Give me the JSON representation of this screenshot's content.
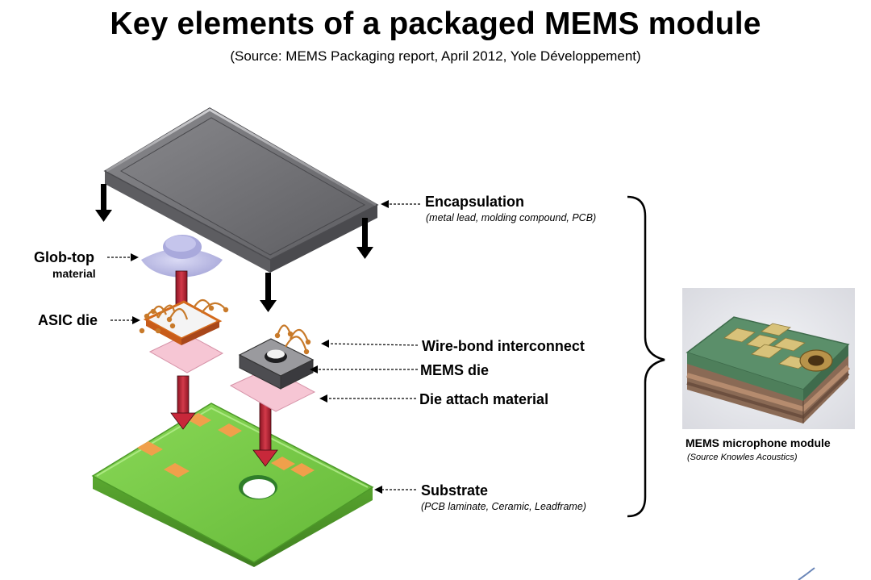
{
  "title": "Key elements of a packaged MEMS module",
  "subtitle": "(Source: MEMS Packaging report, April 2012, Yole Développement)",
  "labels": {
    "encapsulation": "Encapsulation",
    "encapsulation_note": "(metal lead, molding compound, PCB)",
    "glob_top_1": "Glob-top",
    "glob_top_2": "material",
    "asic_die": "ASIC die",
    "wire_bond": "Wire-bond interconnect",
    "mems_die": "MEMS die",
    "die_attach": "Die attach material",
    "substrate": "Substrate",
    "substrate_note": "(PCB laminate, Ceramic, Leadframe)"
  },
  "photo": {
    "caption": "MEMS microphone module",
    "source": "(Source Knowles Acoustics)"
  },
  "colors": {
    "lid": "#6e6e72",
    "substrate": "#7ccf4a",
    "pads": "#f0a04b",
    "arrow": "#c8283a",
    "die_attach": "#f6c6d4",
    "glob_top": "#b8b8e4"
  }
}
